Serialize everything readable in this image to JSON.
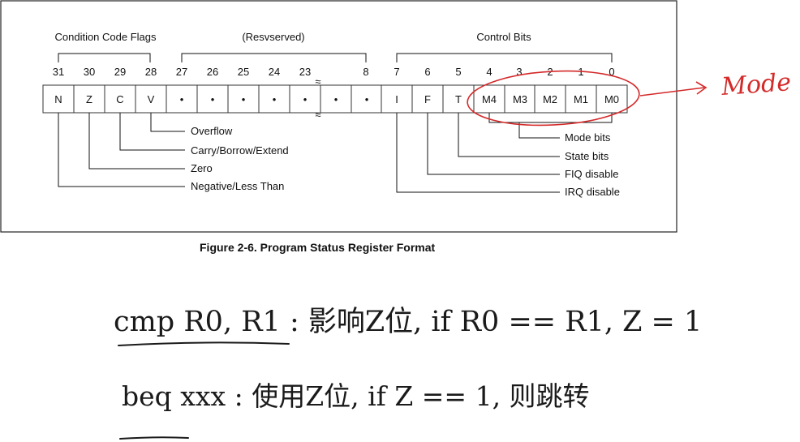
{
  "figure": {
    "group_labels": {
      "condition": "Condition Code Flags",
      "reserved": "(Resvserved)",
      "control": "Control Bits"
    },
    "bit_numbers": [
      "31",
      "30",
      "29",
      "28",
      "27",
      "26",
      "25",
      "24",
      "23",
      "8",
      "7",
      "6",
      "5",
      "4",
      "3",
      "2",
      "1",
      "0"
    ],
    "cells": [
      "N",
      "Z",
      "C",
      "V",
      "•",
      "•",
      "•",
      "•",
      "•",
      "•",
      "•",
      "I",
      "F",
      "T",
      "M4",
      "M3",
      "M2",
      "M1",
      "M0"
    ],
    "break_mark": "≈",
    "left_labels": [
      "Overflow",
      "Carry/Borrow/Extend",
      "Zero",
      "Negative/Less Than"
    ],
    "right_labels": [
      "Mode bits",
      "State bits",
      "FIQ disable",
      "IRQ disable"
    ],
    "caption": "Figure 2-6. Program Status Register Format"
  },
  "annotations": {
    "mode_note": "Mode",
    "line1": "cmp R0, R1 : 影响Z位, if R0 == R1, Z = 1",
    "line2": "beq xxx : 使用Z位, if Z == 1, 则跳转",
    "pen_color": "#d42a2a"
  }
}
